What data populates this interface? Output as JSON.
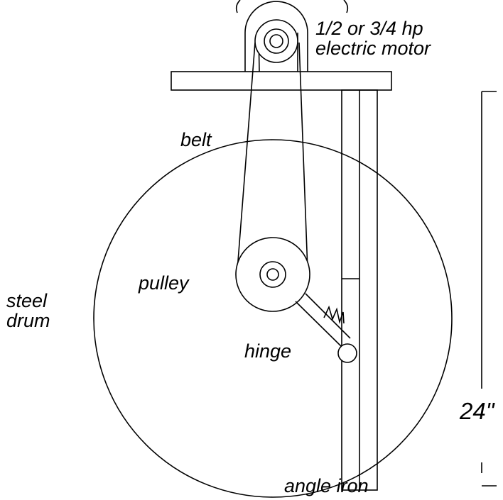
{
  "diagram": {
    "labels": {
      "motor_line1": "1/2 or 3/4 hp",
      "motor_line2": "electric motor",
      "belt": "belt",
      "pulley": "pulley",
      "drum_line1": "steel",
      "drum_line2": "drum",
      "hinge": "hinge",
      "dimension": "24\"",
      "angle_iron": "angle iron"
    }
  }
}
